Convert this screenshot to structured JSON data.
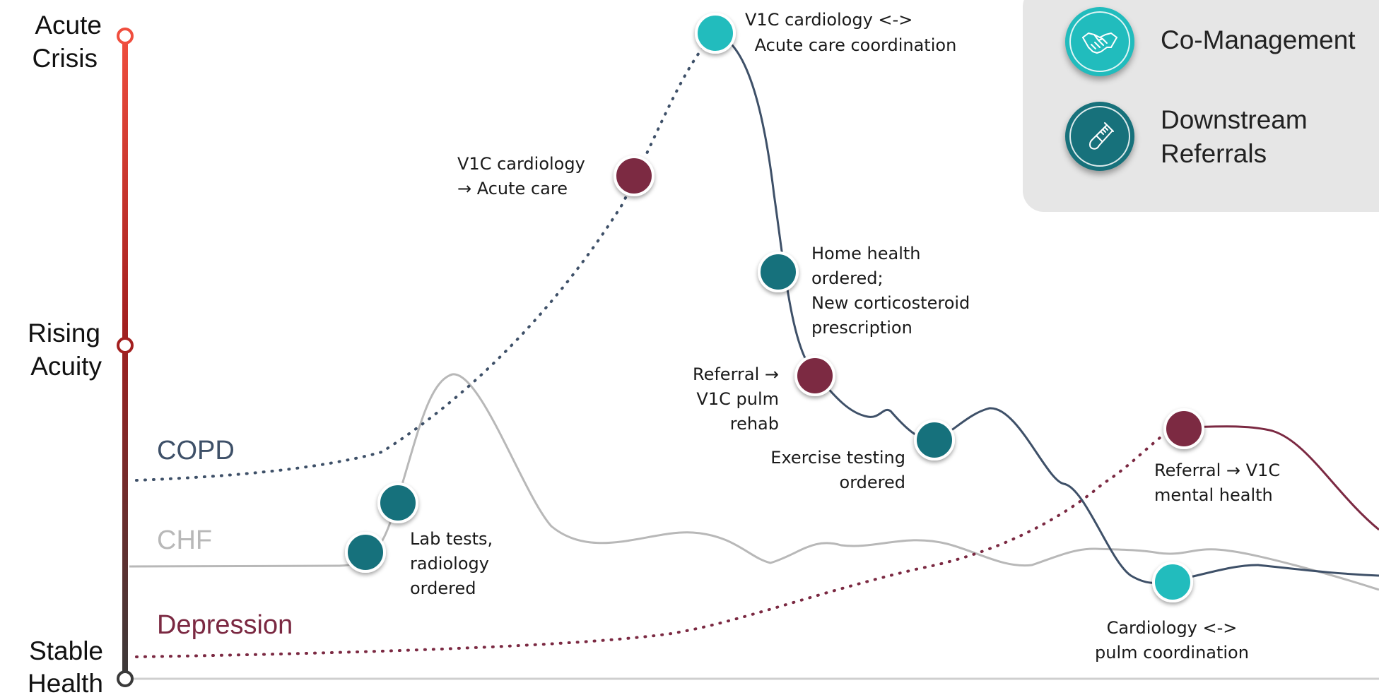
{
  "axis": {
    "levels": [
      {
        "lines": [
          "Acute",
          "Crisis"
        ]
      },
      {
        "lines": [
          "Rising",
          "Acuity"
        ]
      },
      {
        "lines": [
          "Stable",
          "Health"
        ]
      }
    ]
  },
  "series": [
    {
      "key": "copd",
      "name": "COPD",
      "color": "#3e5068"
    },
    {
      "key": "chf",
      "name": "CHF",
      "color": "#b8b8b8"
    },
    {
      "key": "depression",
      "name": "Depression",
      "color": "#7b2942"
    }
  ],
  "events": [
    {
      "key": "v1c-cardiology-acute-care-coordination",
      "type": "co-management",
      "lines": [
        "V1C cardiology <->",
        " Acute care coordination"
      ]
    },
    {
      "key": "v1c-cardiology-acute-care",
      "type": "v1c-referral",
      "lines": [
        "V1C cardiology",
        "→ Acute care"
      ]
    },
    {
      "key": "home-health-ordered",
      "type": "downstream-referral",
      "lines": [
        "Home health",
        "ordered;",
        "New corticosteroid",
        "prescription"
      ]
    },
    {
      "key": "referral-v1c-pulm-rehab",
      "type": "v1c-referral",
      "lines": [
        "Referral →",
        "V1C pulm",
        "rehab"
      ]
    },
    {
      "key": "exercise-testing-ordered",
      "type": "downstream-referral",
      "lines": [
        "Exercise testing",
        "ordered"
      ]
    },
    {
      "key": "referral-v1c-mental-health",
      "type": "v1c-referral",
      "lines": [
        "Referral → V1C",
        "mental health"
      ]
    },
    {
      "key": "cardiology-pulm-coordination",
      "type": "co-management",
      "lines": [
        "Cardiology <->",
        "pulm coordination"
      ]
    },
    {
      "key": "lab-tests-radiology-ordered",
      "type": "downstream-referral",
      "lines": [
        "Lab tests,",
        "radiology",
        "ordered"
      ]
    },
    {
      "key": "lab-tests-second-marker",
      "type": "downstream-referral",
      "lines": []
    }
  ],
  "legend": {
    "items": [
      {
        "label": "Co-Management",
        "icon": "handshake-icon",
        "color": "#21bcbd"
      },
      {
        "label": "Downstream Referrals",
        "icon": "test-tube-icon",
        "color": "#17717b"
      }
    ]
  },
  "colors": {
    "co_management": "#21bcbd",
    "downstream_referral": "#17717b",
    "v1c_referral": "#7b2942",
    "axis_top": "#f04e3e",
    "axis_mid": "#a31f1f",
    "axis_bottom": "#3a3a3a",
    "baseline": "#cfcfcf"
  }
}
